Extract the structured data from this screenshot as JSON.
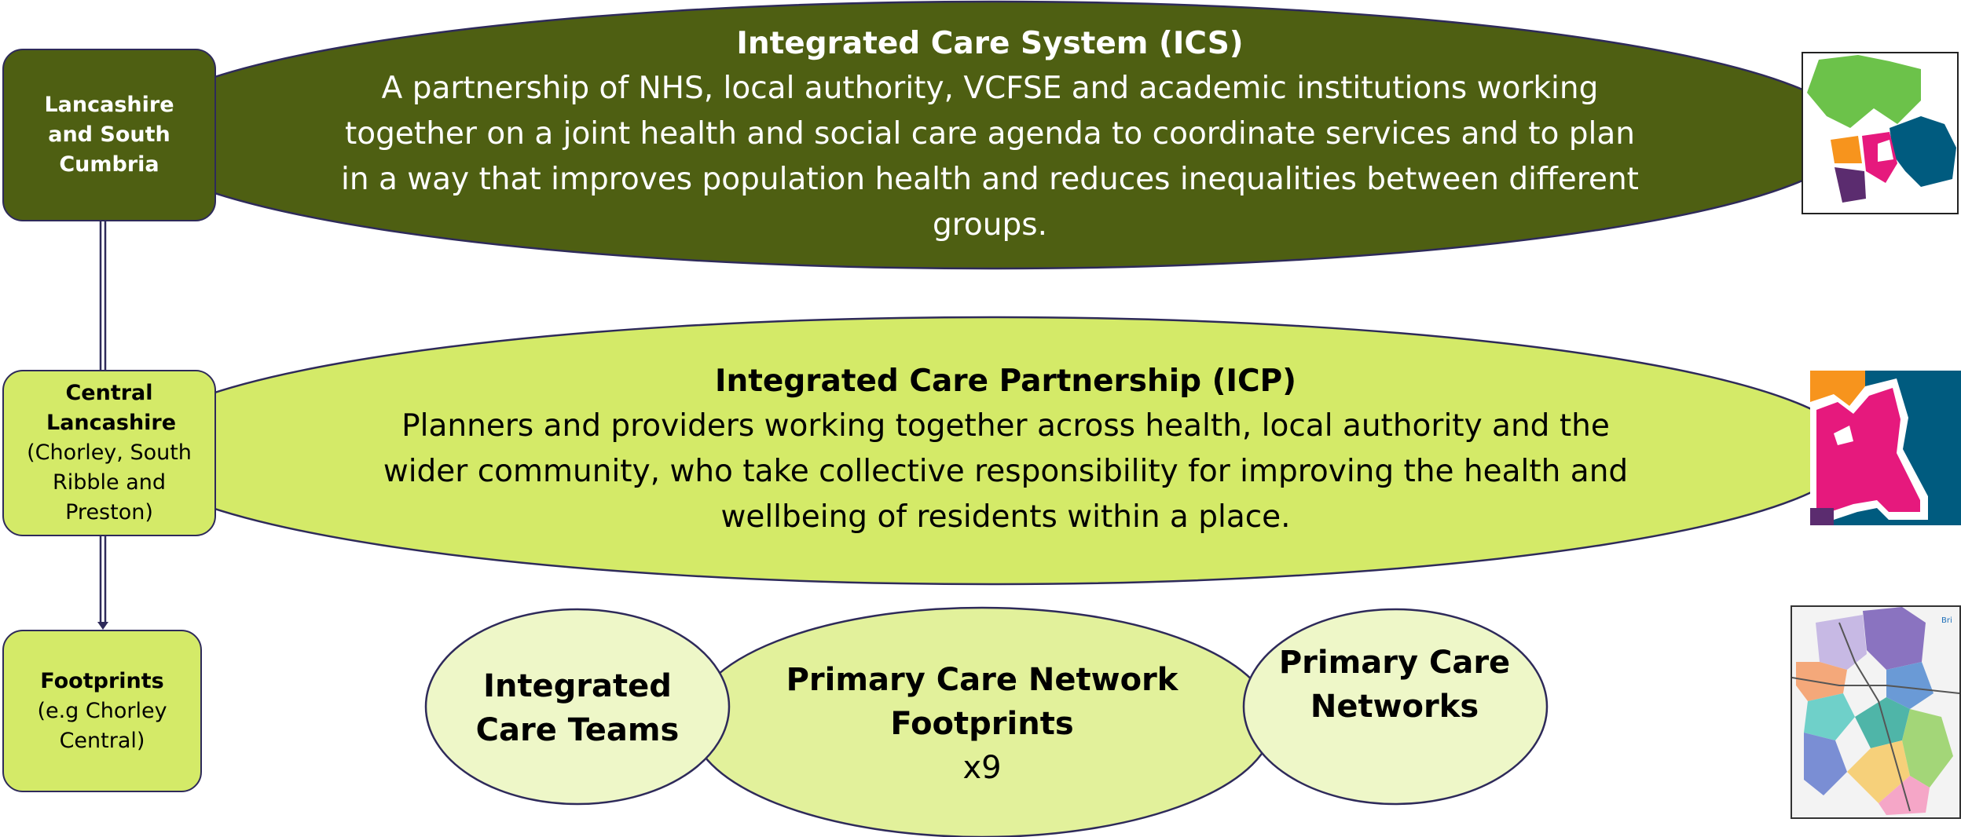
{
  "ics": {
    "region_label": "Lancashire and South Cumbria",
    "title": "Integrated Care System (ICS)",
    "description": "A partnership of NHS, local authority, VCFSE and academic institutions working together on a joint health and social care agenda to coordinate services and to plan in a way that improves population health and reduces inequalities between different groups.",
    "map_icon": "lancashire-south-cumbria-map-icon"
  },
  "icp": {
    "region_title": "Central Lancashire",
    "region_detail": "(Chorley, South Ribble and Preston)",
    "title": "Integrated Care Partnership (ICP)",
    "description": "Planners and providers working together across health, local authority and the wider community, who take collective responsibility for improving the health and wellbeing of residents within a place.",
    "map_icon": "central-lancashire-map-icon"
  },
  "footprints": {
    "region_title": "Footprints",
    "region_detail": "(e.g Chorley Central)",
    "integrated_care_teams": "Integrated Care Teams",
    "pcn_footprints": "Primary Care Network Footprints",
    "pcn_count": "x9",
    "primary_care_networks": "Primary Care Networks",
    "map_icon": "pcn-footprints-map-icon"
  },
  "colors": {
    "ics_fill": "#4e5f12",
    "icp_fill": "#d4ea68",
    "footprint_oval_fill": "#e2f19b",
    "side_oval_fill": "#eef7c8",
    "outline": "#2e2a5a"
  }
}
